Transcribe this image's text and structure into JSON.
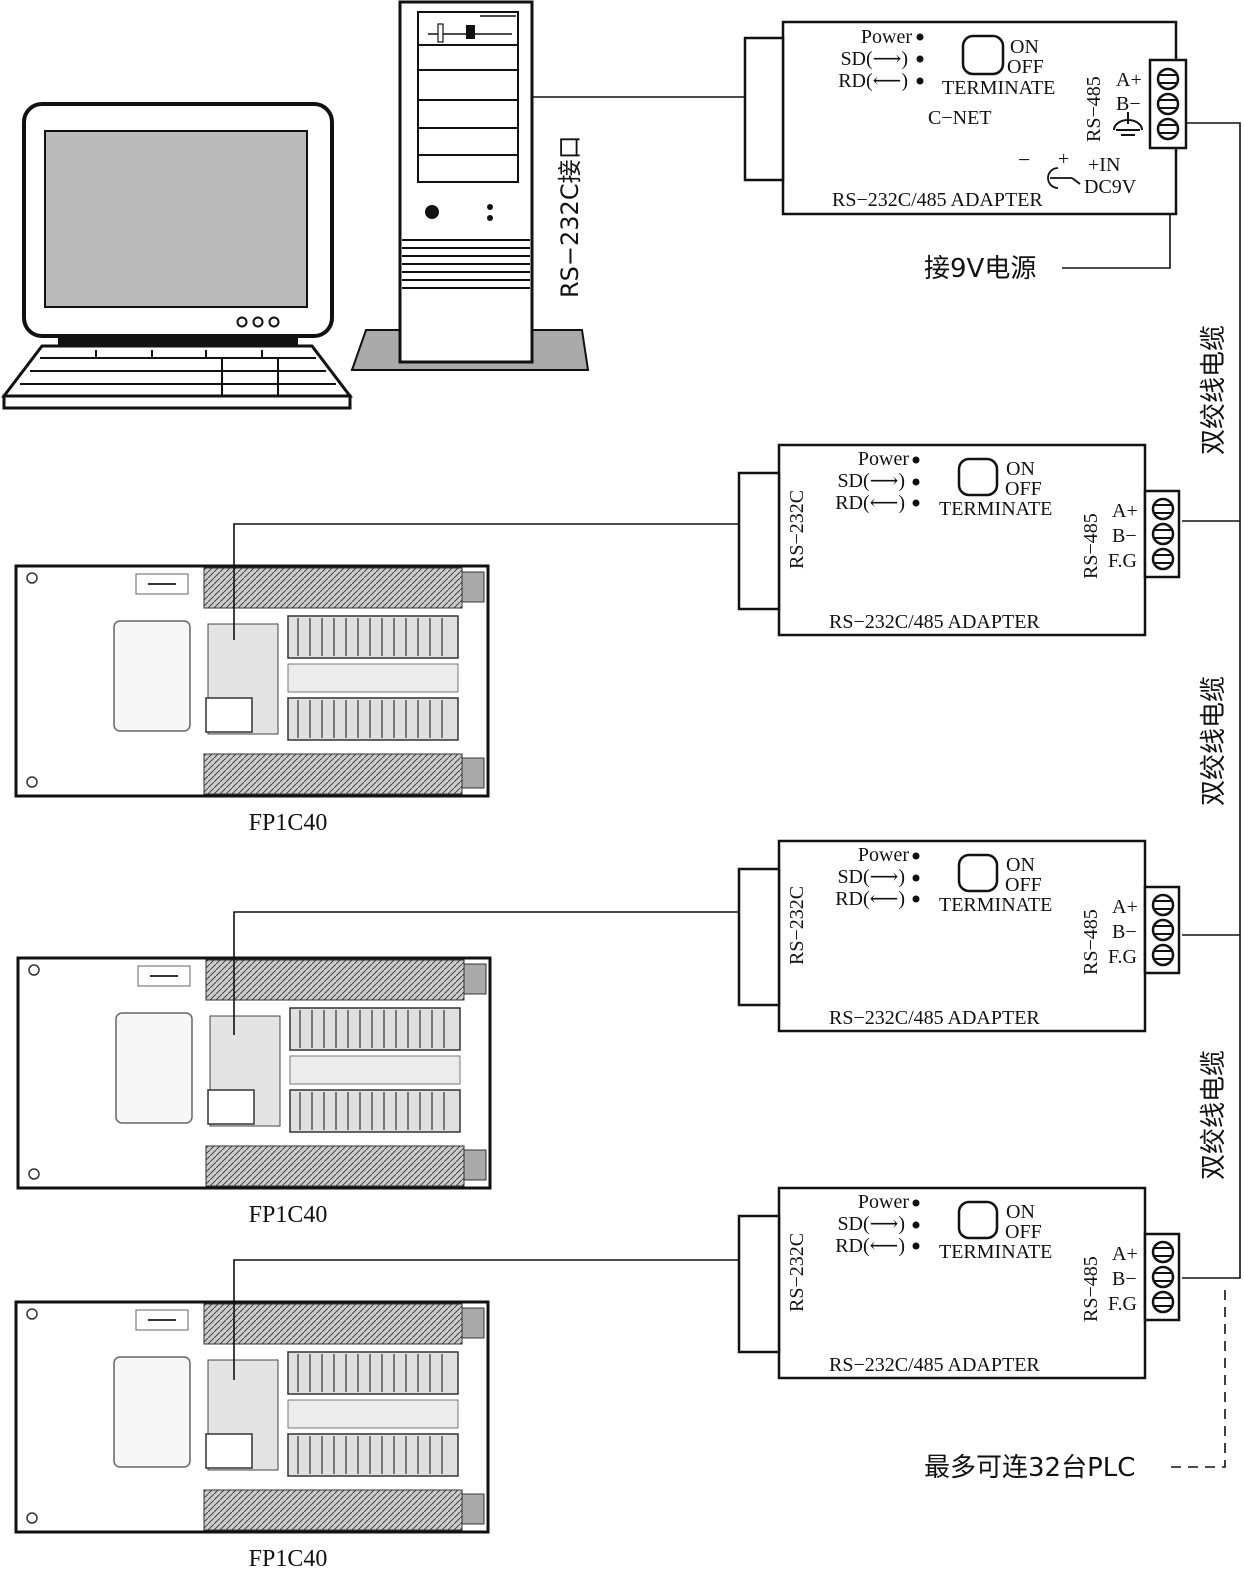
{
  "pc_port_label": "RS−232C接口",
  "power_label": "接9V电源",
  "cable_label": "双绞线电缆",
  "max_label": "最多可连32台PLC",
  "plc_label": "FP1C40",
  "master_adapter": {
    "power": "Power",
    "sd": "SD(⟶)",
    "rd": "RD(⟵)",
    "on": "ON",
    "off": "OFF",
    "terminate": "TERMINATE",
    "net": "C−NET",
    "rs485": "RS−485",
    "a_plus": "A+",
    "b_minus": "B−",
    "minus": "−",
    "plus": "+",
    "in": "+IN",
    "dc": "DC9V",
    "model": "RS−232C/485 ADAPTER"
  },
  "slave_adapter": {
    "power": "Power",
    "sd": "SD(⟶)",
    "rd": "RD(⟵)",
    "on": "ON",
    "off": "OFF",
    "terminate": "TERMINATE",
    "rs232": "RS−232C",
    "rs485": "RS−485",
    "a_plus": "A+",
    "b_minus": "B−",
    "fg": "F.G",
    "model": "RS−232C/485 ADAPTER"
  }
}
